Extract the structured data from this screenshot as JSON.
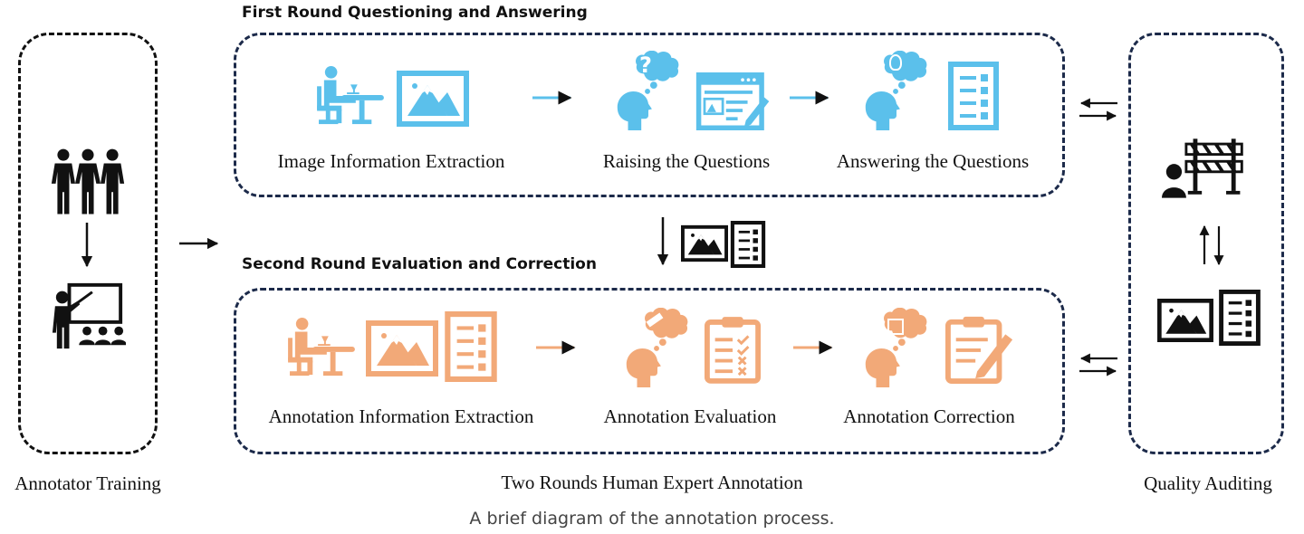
{
  "colors": {
    "blue_icon": "#5bc0eb",
    "orange_icon": "#f2a978",
    "navy_border": "#1c2a4a",
    "black": "#111111"
  },
  "left_panel": {
    "label": "Annotator Training",
    "icons": [
      "group-of-people-icon",
      "teacher-presentation-icon"
    ]
  },
  "center": {
    "label": "Two Rounds Human Expert Annotation",
    "first_round": {
      "title": "First Round Questioning and Answering",
      "steps": [
        {
          "label": "Image Information Extraction",
          "icons": [
            "person-at-desk-icon",
            "image-icon"
          ]
        },
        {
          "label": "Raising the Questions",
          "icons": [
            "thinking-question-icon",
            "web-form-edit-icon"
          ]
        },
        {
          "label": "Answering the Questions",
          "icons": [
            "thinking-idea-icon",
            "list-document-icon"
          ]
        }
      ]
    },
    "transfer_icons": [
      "image-icon",
      "list-document-icon"
    ],
    "second_round": {
      "title": "Second Round Evaluation and Correction",
      "steps": [
        {
          "label": "Annotation Information Extraction",
          "icons": [
            "person-at-desk-icon",
            "image-icon",
            "list-document-icon"
          ]
        },
        {
          "label": "Annotation Evaluation",
          "icons": [
            "thinking-gavel-icon",
            "clipboard-checklist-icon"
          ]
        },
        {
          "label": "Annotation Correction",
          "icons": [
            "thinking-checkbox-icon",
            "clipboard-edit-icon"
          ]
        }
      ]
    }
  },
  "right_panel": {
    "label": "Quality Auditing",
    "icons": [
      "auditor-barrier-icon",
      "image-icon",
      "list-document-icon"
    ]
  },
  "caption": "A brief diagram of the annotation process."
}
